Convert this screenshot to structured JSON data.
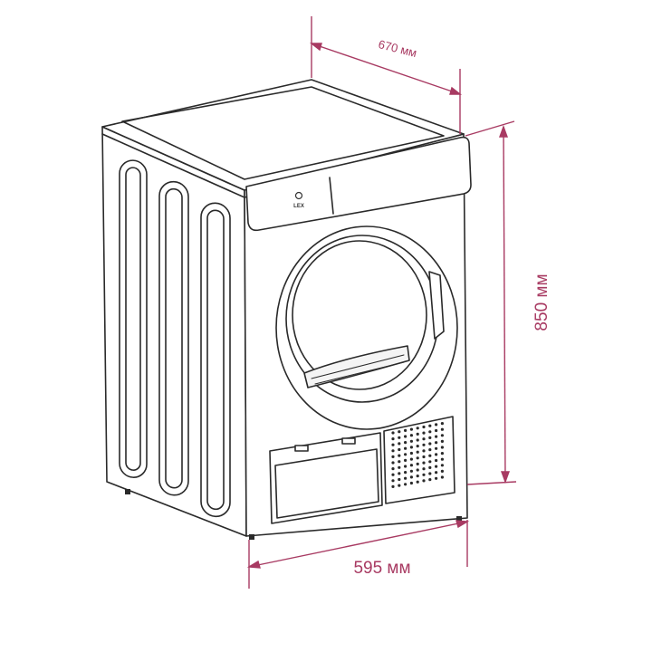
{
  "dimensions": {
    "depth": "670 мм",
    "height": "850 мм",
    "width": "595 мм"
  },
  "brand": {
    "logo_text": "LEX"
  },
  "colors": {
    "dimension": "#a83a62",
    "outline": "#2a2a2a",
    "background": "#ffffff"
  }
}
